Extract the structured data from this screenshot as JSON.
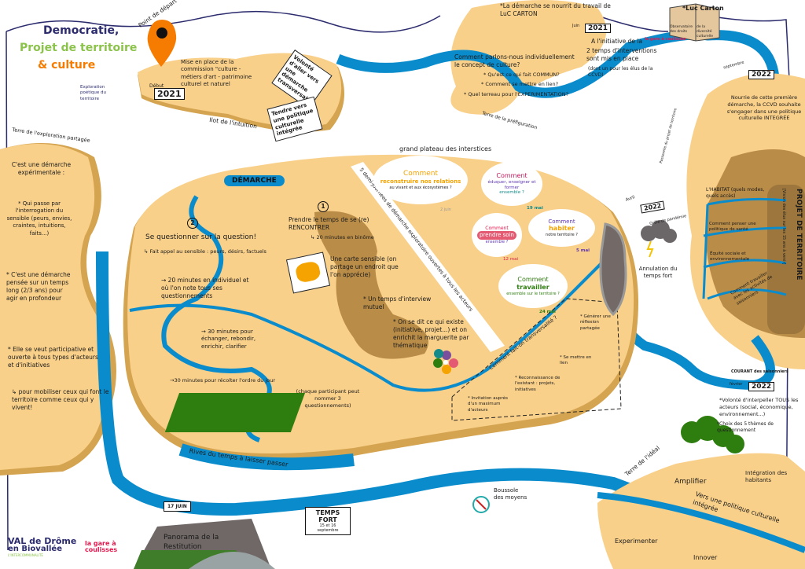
{
  "title": {
    "line1": "Democratie,",
    "line2": "Projet de territoire",
    "line3": "& culture",
    "subtitle": "Exploration poétique du territoire"
  },
  "start": {
    "pin_label": "Point de départ",
    "date_label": "Début",
    "year": "2021",
    "text": "Mise en place de la commission \"culture - métiers d'art - patrimoine culturel et naturel",
    "card1": "Volonté d'aller vers une démarche transversale",
    "card2": "Tendre vers une politique culturelle intégrée",
    "island": "Ilot de l'intuition"
  },
  "prefig": {
    "text1": "*La démarche se nourrit du travail de LuC CARTON",
    "month": "Juin",
    "year": "2021",
    "text2": "A l'initiative de la",
    "logo": "la gare à coulisses",
    "text3": "2 temps d'interventions sont mis en place",
    "text4": "(dont un pour les élus de la CCVD)",
    "questions": [
      "Comment parlons-nous individuellement le concept de culture?",
      "* Qu'est ce qui fait COMMUN?",
      "* Comment se mettre en lien?",
      "* Quel terreau pour l'EXPERIMENTATION?"
    ],
    "island": "Terre de la préfiguration"
  },
  "carton": {
    "name": "*Luc Carton",
    "left": "Observatoire des droits",
    "right": "de la diversité culturelle"
  },
  "right": {
    "month": "septembre",
    "year": "2022",
    "text": "Nourrie de cette première démarche, la CCVD souhaite s'engager dans une politique culturelle INTEGRÉE",
    "side_label": "Passerelle du projet de territoire"
  },
  "projet": {
    "title": "PROJET DE TERRITOIRE",
    "sub": "[Vision des élus sur les 15 ans à venir]",
    "branches": [
      "L'HABITAT (quels modes, quels accès)",
      "Comment penser une politique de santé",
      "Équité sociale et environnementale",
      "Comment travailler avec les activités de saisonniers"
    ],
    "courant": "COURANT des saisonniers"
  },
  "ideal": {
    "month": "février",
    "year": "2022",
    "note1": "*Volonté d'interpeller TOUS les acteurs (social, économique, environnement...)",
    "note2": "*Choix des 5 thèmes de questionnement",
    "land": "Terre de l'idéal",
    "words": [
      "Amplifier",
      "Intégration des habitants",
      "Vers une politique culturelle intégrée",
      "Experimenter",
      "Innover"
    ]
  },
  "left": {
    "land": "Terre de l'exploration partagée",
    "p1": "C'est une démarche expérimentale :",
    "p2": "* Qui passe par l'interrogation du sensible (peurs, envies, craintes, intuitions, faits...)",
    "p3": "* C'est une démarche pensée sur un temps long (2/3 ans) pour agir en profondeur",
    "p4": "* Elle se veut participative et ouverte à tous types d'acteurs et d'initiatives",
    "p5": "↳ pour mobiliser ceux qui font le territoire comme ceux qui y vivent!"
  },
  "main": {
    "plateau": "grand plateau des interstices",
    "demarche": "DÉMARCHE",
    "step1_num": "1",
    "step1": "Prendre le temps de se (re) RENCONTRER",
    "step1_sub": "↳ 20 minutes en binôme",
    "carte": "Une carte sensible (on partage un endroit que l'on apprécie)",
    "interview": "* Un temps d'interview mutuel",
    "dit": "* On se dit ce qui existe (initiative, projet...) et on enrichit la marguerite par thématique",
    "step2_num": "2",
    "step2": "Se questionner sur la question!",
    "step2_sub": "↳ Fait appel au sensible : peurs, désirs, factuels",
    "min20": "→ 20 minutes en individuel et où l'on note tous ses questionnements",
    "min30": "→ 30 minutes pour échanger, rebondir, enrichir, clarifier",
    "ordre": "→30 minutes pour récolter l'ordre du jour",
    "chaque": "(chaque participant peut nommer 3 questionnements)",
    "road": "5 demi-journées de démarche exploratoire ouvertes à tous les acteurs",
    "transversal": "Comment fait-on transversalité ?",
    "notes": [
      "* Générer une réflexion partagée",
      "* Se mettre en lien",
      "* Reconnaissance de l'existant : projets, initiatives",
      "* Invitation auprès d'un maximum d'acteurs"
    ],
    "rives": "Rives du temps à laisser passer"
  },
  "workshops": [
    {
      "w1": "Comment",
      "w2": "reconstruire nos relations",
      "w3": "au vivant et aux écosystèmes ?",
      "date": "2 juin"
    },
    {
      "w1": "Comment",
      "w2": "éduquer, enseigner et former",
      "w3": "ensemble ?",
      "date": "19 mai"
    },
    {
      "w1": "Comment",
      "w2": "prendre soin",
      "w3": "ensemble ?",
      "date": "12 mai"
    },
    {
      "w1": "Comment",
      "w2": "habiter",
      "w3": "notre territoire ?",
      "date": "5 mai"
    },
    {
      "w1": "Comment",
      "w2": "travailler",
      "w3": "ensemble sur le territoire ?",
      "date": "24 mai"
    }
  ],
  "storm": {
    "month": "Avril",
    "year": "2022",
    "label": "Grêle de pandémie",
    "text": "Annulation du temps fort"
  },
  "bottom": {
    "juin": "17 JUIN",
    "temps_fort": "TEMPS FORT",
    "dates": "15 et 16 septembre",
    "panorama": "Panorama de la Restitution",
    "boussole": "Boussole des moyens"
  },
  "logos": {
    "val1": "VAL de Drôme",
    "val2": "en Biovallée",
    "val3": "L'INTERCOMMUNALITÉ",
    "gare": "la gare à coulisses"
  },
  "colors": {
    "land": "#f9d08a",
    "shade": "#d4a450",
    "river": "#0a8ccc",
    "patch": "#b98c48",
    "ink": "#2b2b6e"
  }
}
